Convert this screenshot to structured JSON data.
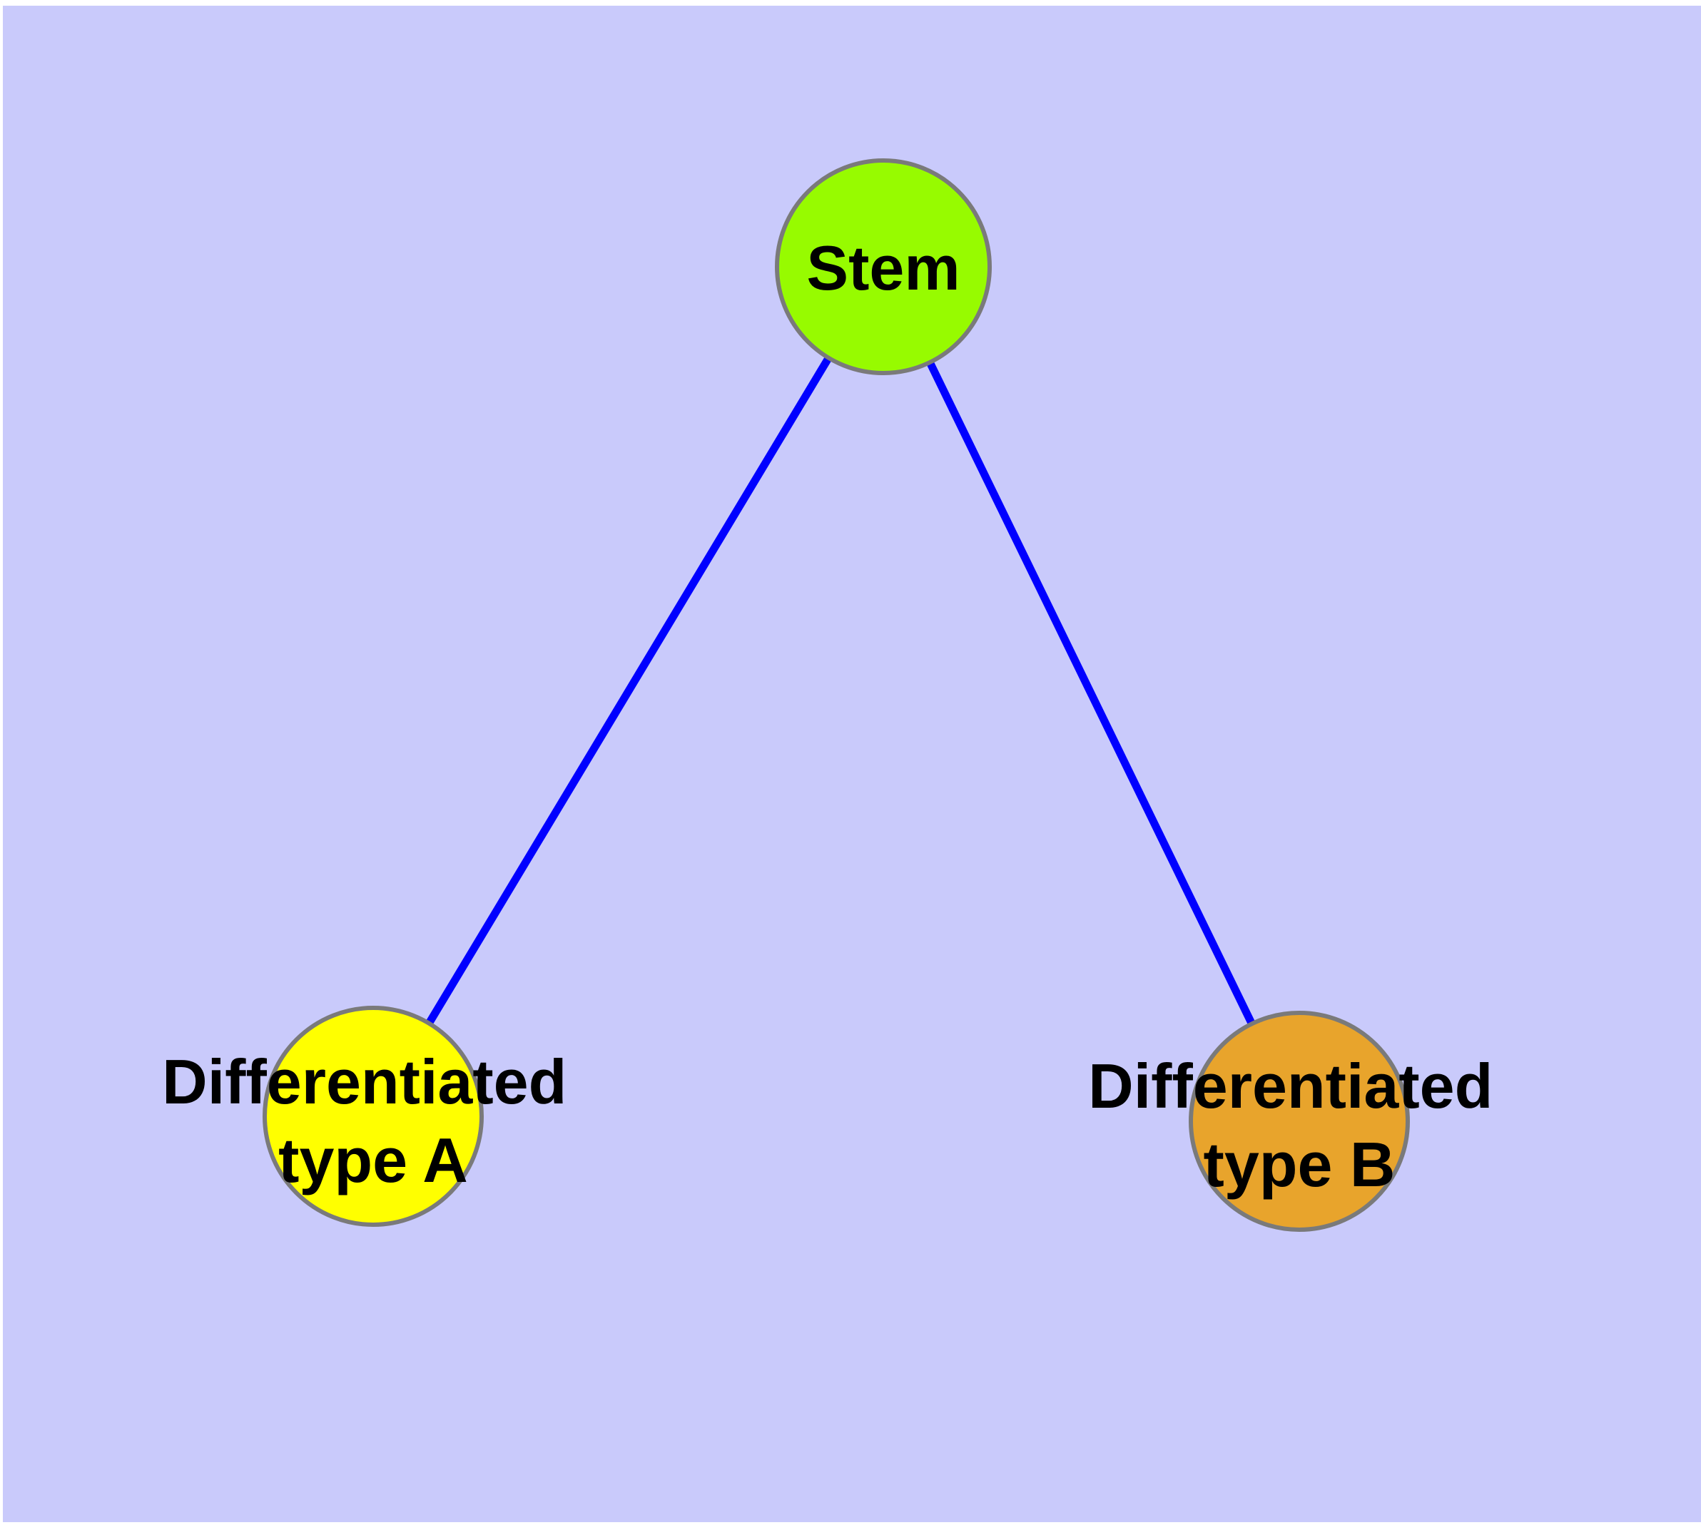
{
  "diagram": {
    "background_color": "#C9CAFB",
    "margin_color": "#FFFFFF",
    "text_color": "#000000",
    "node_border_color": "#7A7A7A",
    "edge_color": "#0000FF",
    "nodes": {
      "stem": {
        "label": "Stem",
        "fill": "#97FB00"
      },
      "typeA": {
        "label": "Differentiated type A",
        "line1": "Differentiated",
        "line2": "type A",
        "fill": "#FFFF00"
      },
      "typeB": {
        "label": "Differentiated type B",
        "line1": "Differentiated",
        "line2": "type B",
        "fill": "#E8A42C"
      }
    },
    "edges": [
      {
        "from": "Stem",
        "to": "Differentiated type A"
      },
      {
        "from": "Stem",
        "to": "Differentiated type B"
      }
    ]
  }
}
